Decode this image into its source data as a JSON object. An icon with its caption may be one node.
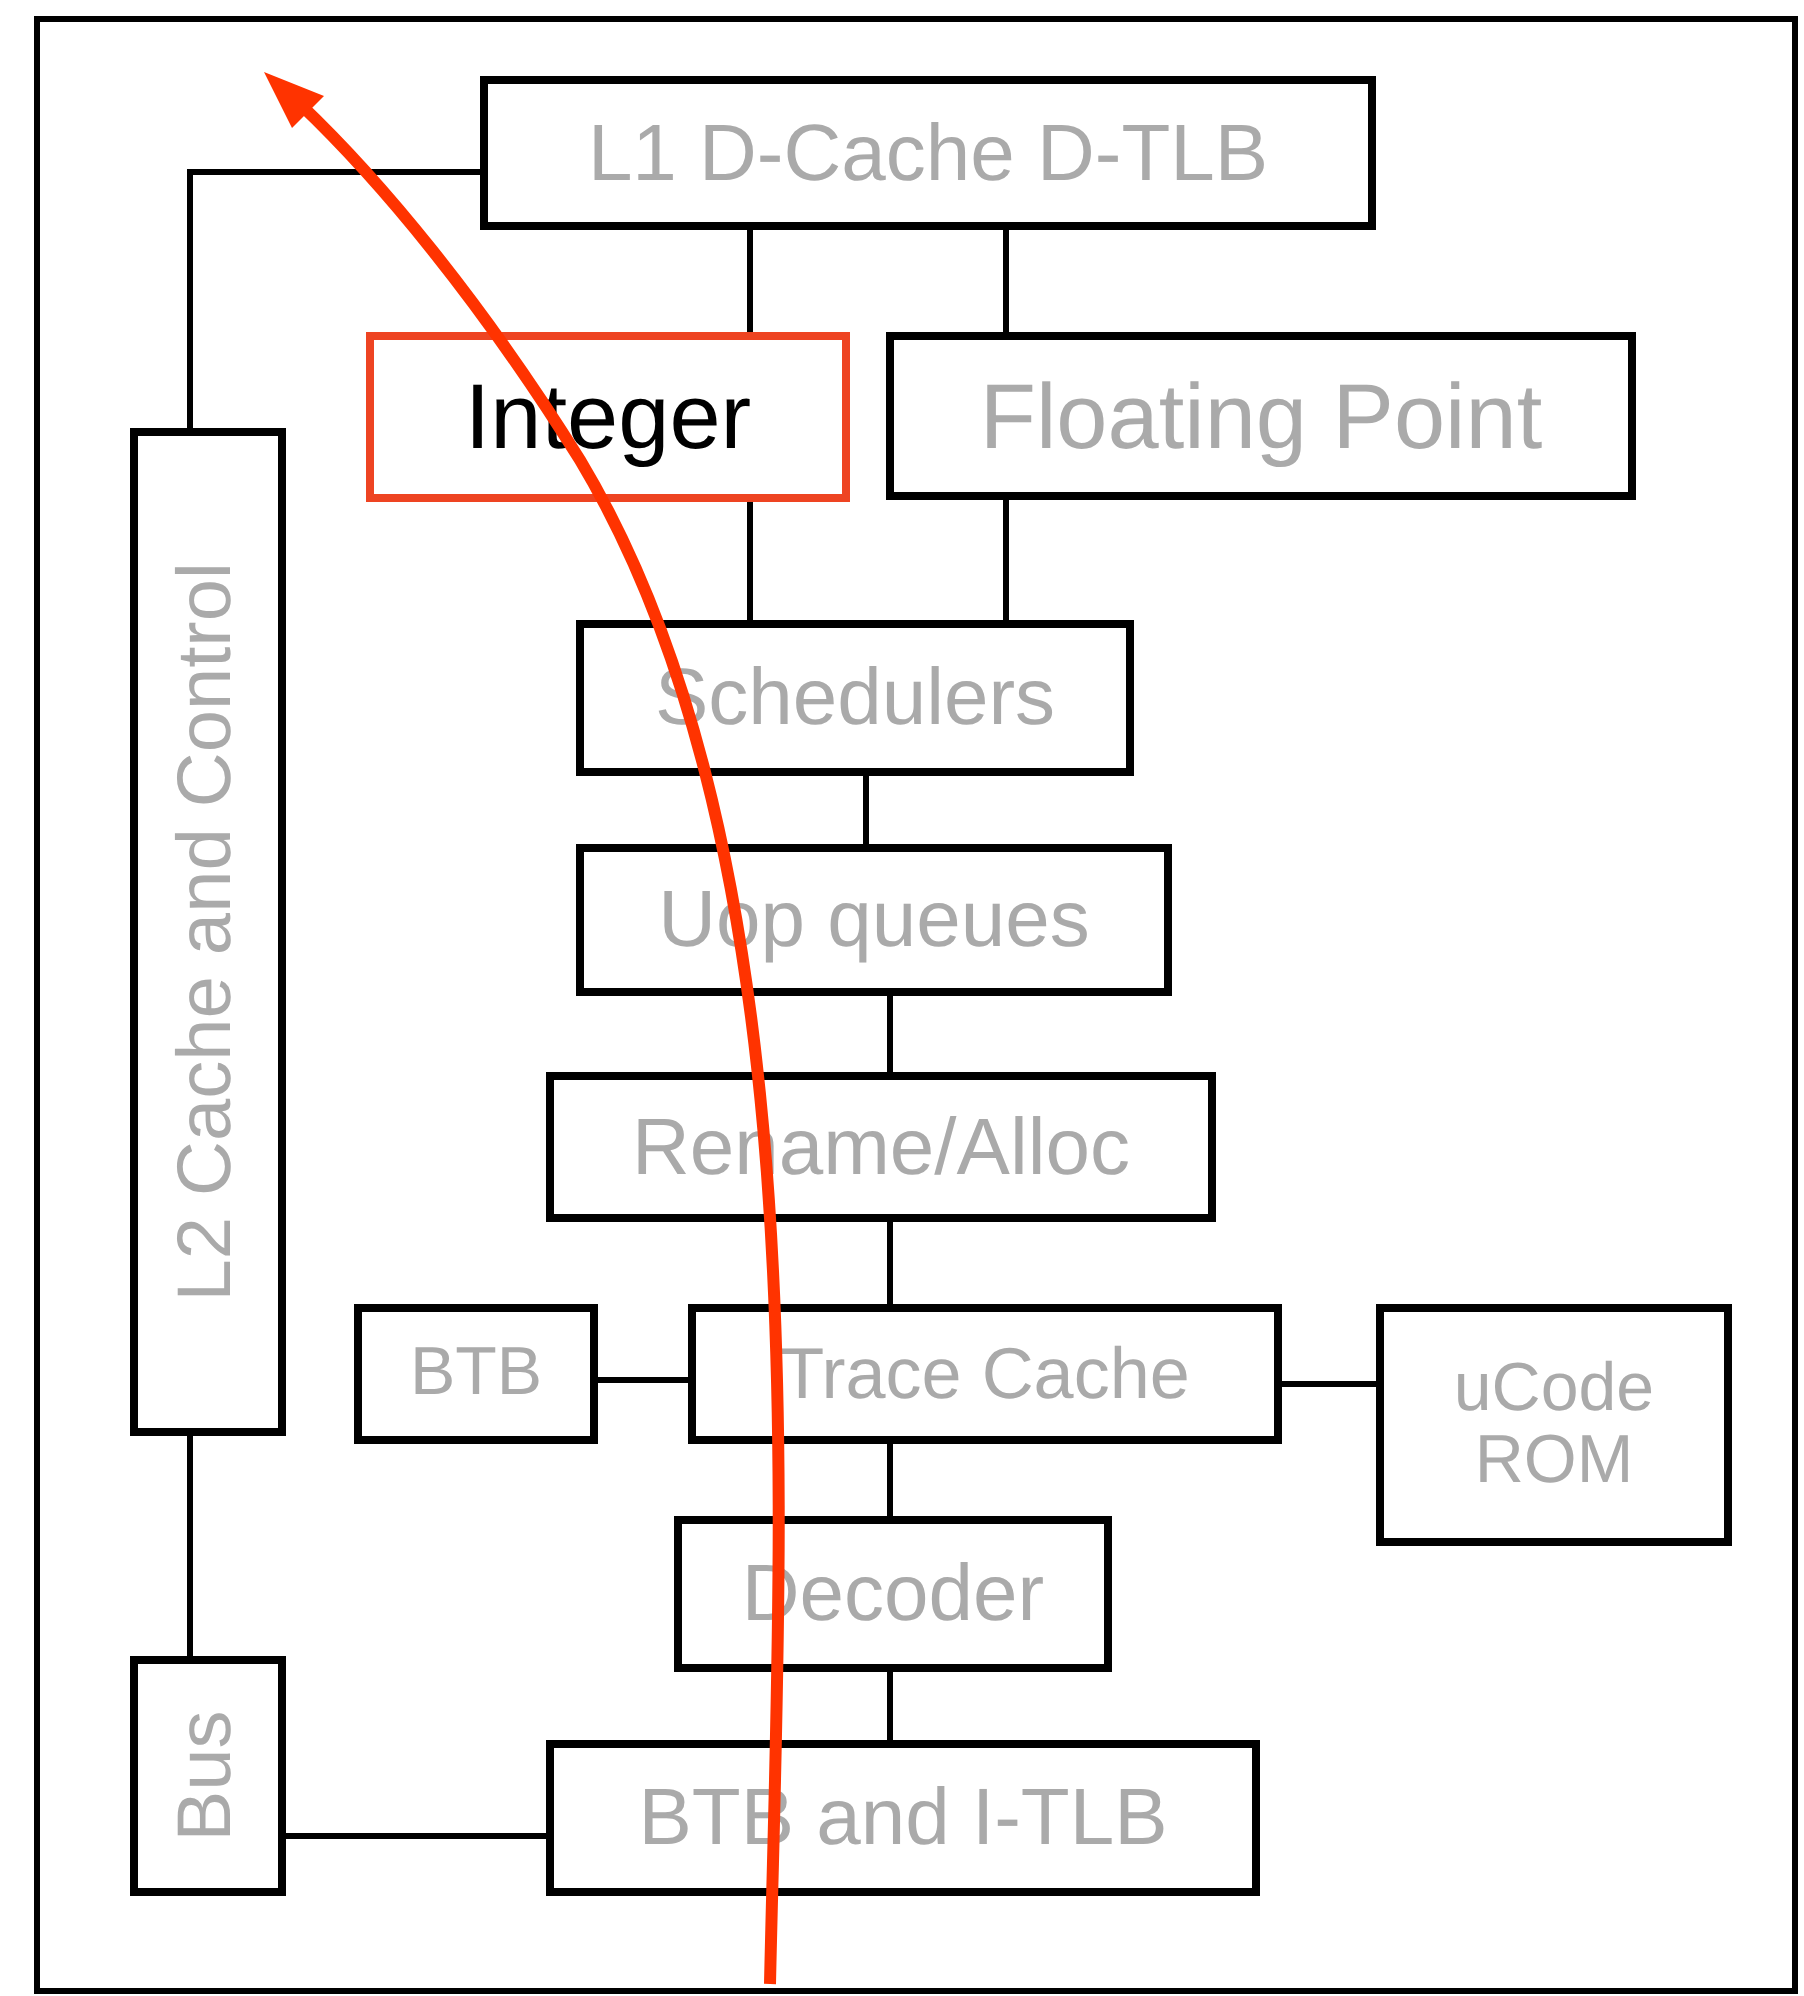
{
  "diagram": {
    "nodes": [
      {
        "text": [
          "L1 D-Cache D-TLB"
        ]
      },
      {
        "text": [
          "Integer"
        ]
      },
      {
        "text": [
          "Floating Point"
        ]
      },
      {
        "text": [
          "Schedulers"
        ]
      },
      {
        "text": [
          "Uop queues"
        ]
      },
      {
        "text": [
          "Rename/Alloc"
        ]
      },
      {
        "text": [
          "BTB"
        ]
      },
      {
        "text": [
          "Trace Cache"
        ]
      },
      {
        "text": [
          "uCode ROM"
        ]
      },
      {
        "text": [
          "Decoder"
        ]
      },
      {
        "text": [
          "BTB and I-TLB"
        ]
      },
      {
        "text": [
          "L2 Cache and Control"
        ]
      },
      {
        "text": [
          "Bus"
        ]
      }
    ],
    "edges": [
      {
        "from": 0,
        "to": 1,
        "arrow": "none"
      },
      {
        "from": 0,
        "to": 2,
        "arrow": "none"
      },
      {
        "from": 1,
        "to": 3,
        "arrow": "none"
      },
      {
        "from": 2,
        "to": 3,
        "arrow": "none"
      },
      {
        "from": 3,
        "to": 4,
        "arrow": "none"
      },
      {
        "from": 4,
        "to": 5,
        "arrow": "none"
      },
      {
        "from": 5,
        "to": 7,
        "arrow": "none"
      },
      {
        "from": 6,
        "to": 7,
        "arrow": "none"
      },
      {
        "from": 7,
        "to": 8,
        "arrow": "none"
      },
      {
        "from": 7,
        "to": 9,
        "arrow": "none"
      },
      {
        "from": 9,
        "to": 10,
        "arrow": "none"
      },
      {
        "from": 12,
        "to": 10,
        "arrow": "none"
      },
      {
        "from": 11,
        "to": 12,
        "arrow": "none"
      },
      {
        "from": 11,
        "to": 0,
        "arrow": "none"
      }
    ]
  }
}
